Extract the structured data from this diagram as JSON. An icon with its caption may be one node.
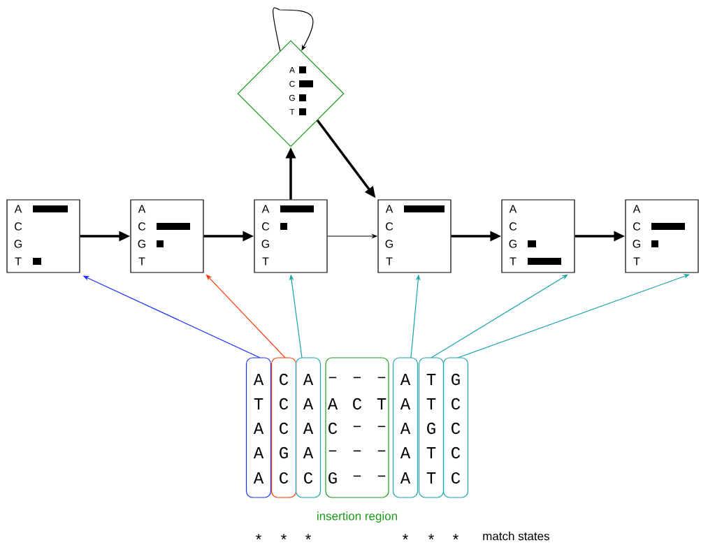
{
  "diagram": {
    "nodes": [
      {
        "text": [
          "A",
          "C",
          "G",
          "T"
        ]
      },
      {
        "text": [
          "A",
          "C",
          "G",
          "T"
        ]
      },
      {
        "text": [
          "A",
          "C",
          "G",
          "T"
        ]
      },
      {
        "text": [
          "A",
          "C",
          "G",
          "T"
        ]
      },
      {
        "text": [
          "A",
          "C",
          "G",
          "T"
        ]
      },
      {
        "text": [
          "A",
          "C",
          "G",
          "T"
        ]
      },
      {
        "text": [
          "A",
          "C",
          "G",
          "T"
        ]
      },
      {
        "text": [
          "A",
          "T",
          "A",
          "A",
          "A"
        ]
      },
      {
        "text": [
          "C",
          "C",
          "C",
          "G",
          "C"
        ]
      },
      {
        "text": [
          "A",
          "A",
          "A",
          "A",
          "C"
        ]
      },
      {
        "text": [
          "–",
          "–",
          "–",
          "A",
          "C",
          "T",
          "C",
          "–",
          "–",
          "–",
          "–",
          "–",
          "G",
          "–",
          "–"
        ],
        "beside": [
          "insertion region"
        ]
      },
      {
        "text": [
          "A",
          "A",
          "A",
          "A",
          "A"
        ]
      },
      {
        "text": [
          "T",
          "T",
          "G",
          "T",
          "T"
        ]
      },
      {
        "text": [
          "G",
          "C",
          "C",
          "C",
          "C"
        ]
      }
    ],
    "edges": [
      {
        "from": 0,
        "to": 1,
        "arrow": "to",
        "style": "thick"
      },
      {
        "from": 1,
        "to": 2,
        "arrow": "to",
        "style": "thick"
      },
      {
        "from": 2,
        "to": 3,
        "arrow": "to"
      },
      {
        "from": 3,
        "to": 4,
        "arrow": "to",
        "style": "thick"
      },
      {
        "from": 4,
        "to": 5,
        "arrow": "to",
        "style": "thick"
      },
      {
        "from": 2,
        "to": 6,
        "arrow": "to",
        "style": "thick"
      },
      {
        "from": 6,
        "to": 3,
        "arrow": "to",
        "style": "thick"
      },
      {
        "from": 6,
        "to": 6,
        "arrow": "to"
      },
      {
        "from": 7,
        "to": 0,
        "arrow": "to",
        "color": "#1a2fff"
      },
      {
        "from": 8,
        "to": 1,
        "arrow": "to",
        "color": "#ff3300"
      },
      {
        "from": 9,
        "to": 2,
        "arrow": "to",
        "color": "#1aa3a8"
      },
      {
        "from": 11,
        "to": 3,
        "arrow": "to",
        "color": "#1aa3a8"
      },
      {
        "from": 12,
        "to": 4,
        "arrow": "to",
        "color": "#1aa3a8"
      },
      {
        "from": 13,
        "to": 5,
        "arrow": "to",
        "color": "#1aa3a8"
      }
    ],
    "labels": [
      "*",
      "*",
      "*",
      "*",
      "*",
      "*",
      "match states"
    ]
  }
}
